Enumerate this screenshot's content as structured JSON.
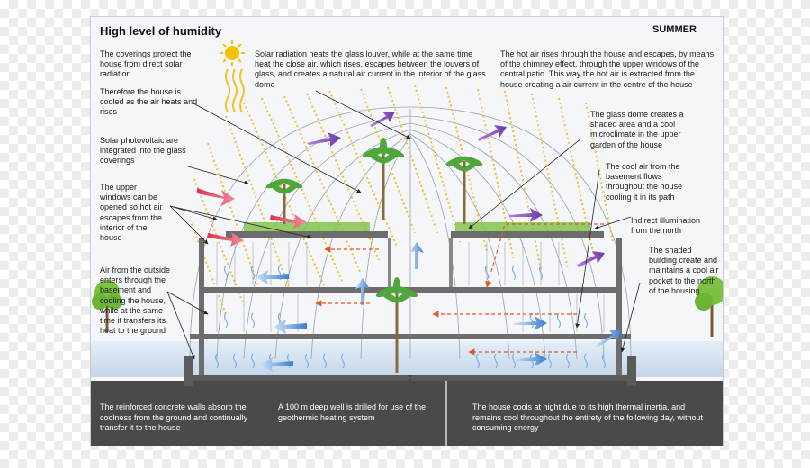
{
  "title": "High level of humidity",
  "season": "SUMMER",
  "annotations": {
    "coverings": "The coverings protect the house from direct solar radiation",
    "cooled": "Therefore the house is cooled as the air heats and rises",
    "photovoltaic": "Solar photovoltaic are integrated into the glass coverings",
    "upper_windows": "The upper windows can be opened so hot air escapes from the interior of the house",
    "air_outside": "Air from the outside enters through the basement and cooling the house, while at the same time it transfers its heat to the ground",
    "solar_radiation": "Solar radiation heats the glass louver, while at the same time heat the close air, which rises, escapes between the louvers of glass, and creates a natural air current in the interior of the glass dome",
    "hot_air": "The hot air rises through the house and escapes, by means of the chimney effect, through the upper windows of the central patio. This way the hot air is extracted from the house creating a air current in the centre of the house",
    "glass_dome": "The glass dome creates a shaded area and a cool microclimate in the upper garden of the house",
    "cool_air": "The cool air from the basement flows throughout the house cooling it in its path",
    "indirect": "Indirect illumination from the north",
    "shaded": "The shaded building create and maintains a cool air pocket to the north of the housing"
  },
  "bottom": {
    "left": "The reinforced concrete walls absorb the coolness from the ground and continually transfer it to the house",
    "middle": "A 100 m deep well is drilled for use of the geothermic heating system",
    "right": "The house cools at night due to its high thermal inertia, and remains cool throughout the entirety of the following day, without consuming energy"
  },
  "colors": {
    "sun": "#f5c200",
    "sun_ray": "#f2c12e",
    "hot_air": "#e0304a",
    "warm_air": "#8a4fc0",
    "cool_air": "#3a7fd0",
    "leader": "#222222",
    "dashed_path": "#e05a1e",
    "ground": "#4a4a4a",
    "tree": "#7cc242"
  },
  "icons": [
    "sun-icon",
    "palm-tree-icon",
    "tree-icon"
  ]
}
